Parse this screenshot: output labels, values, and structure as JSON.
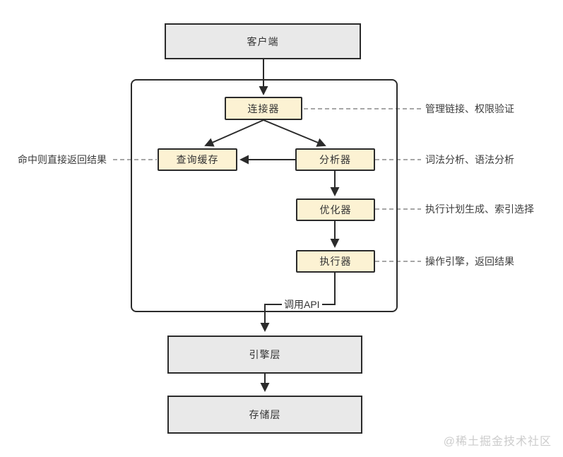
{
  "diagram": {
    "nodes": {
      "client": "客户端",
      "connector": "连接器",
      "query_cache": "查询缓存",
      "analyzer": "分析器",
      "optimizer": "优化器",
      "executor": "执行器",
      "engine_layer": "引擎层",
      "storage_layer": "存储层"
    },
    "annotations": {
      "connector_note": "管理链接、权限验证",
      "cache_note": "命中则直接返回结果",
      "analyzer_note": "词法分析、语法分析",
      "optimizer_note": "执行计划生成、索引选择",
      "executor_note": "操作引擎，返回结果"
    },
    "edge_labels": {
      "call_api": "调用API"
    },
    "colors": {
      "box_gray": "#e9e9e9",
      "box_yellow": "#fcf2d3",
      "border": "#2b2b2b",
      "dash_line": "#8a8a8a",
      "watermark": "#cccccc"
    },
    "watermark": "@稀土掘金技术社区"
  }
}
